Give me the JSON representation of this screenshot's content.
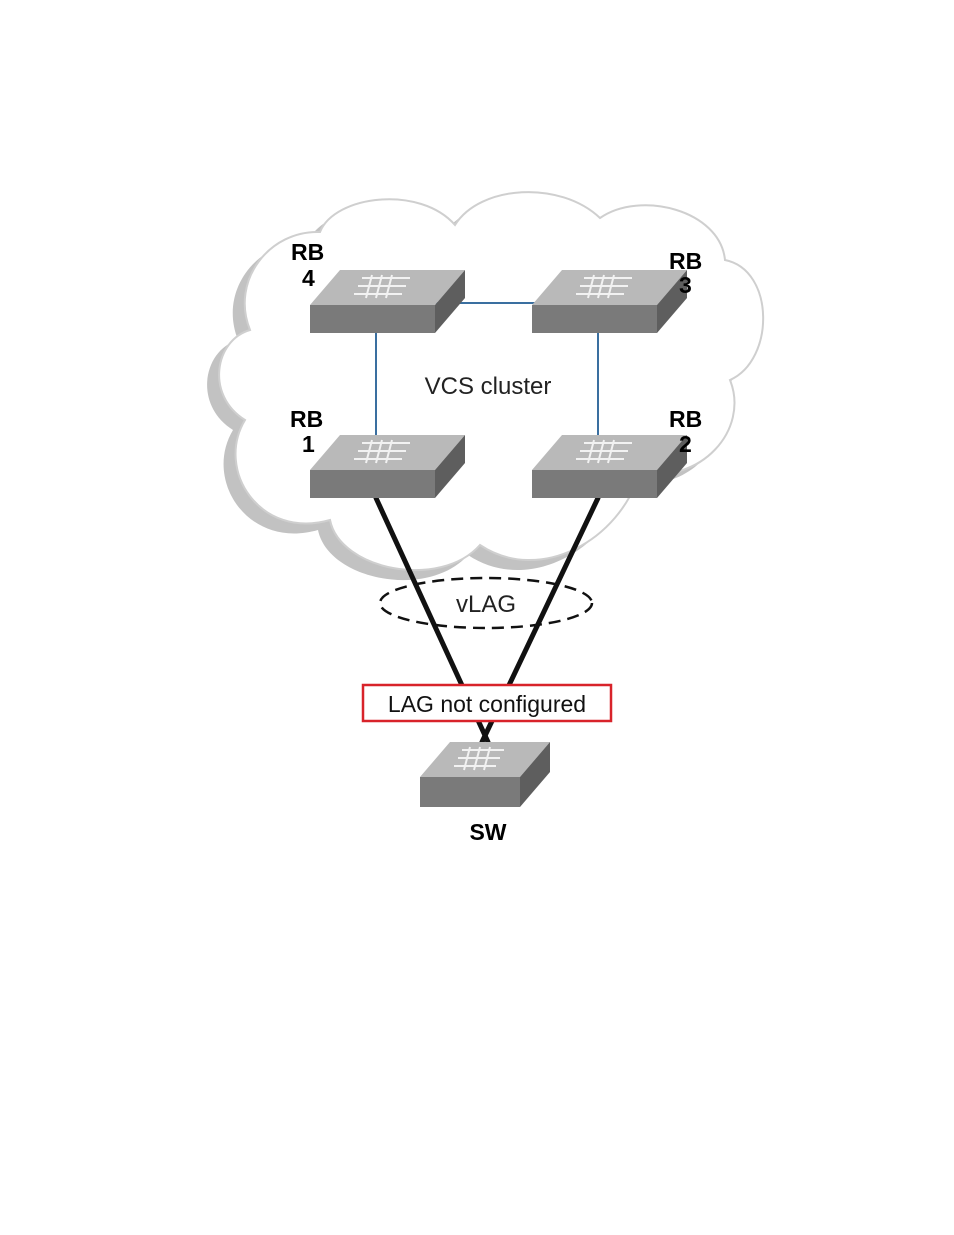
{
  "diagram": {
    "cluster_label": "VCS cluster",
    "vlag_label": "vLAG",
    "warning_label": "LAG not configured",
    "switch_label": "SW",
    "rbridges": [
      {
        "prefix": "RB",
        "id": "4"
      },
      {
        "prefix": "RB",
        "id": "3"
      },
      {
        "prefix": "RB",
        "id": "1"
      },
      {
        "prefix": "RB",
        "id": "2"
      }
    ]
  },
  "colors": {
    "cloud_fill": "#ffffff",
    "cloud_stroke": "#c2c2c2",
    "switch_top": "#b9b9b9",
    "switch_front": "#7a7a7a",
    "switch_side": "#5e5e5e",
    "isl_link": "#3a6fa0",
    "vlag_link": "#111111",
    "warning_border": "#d8232a"
  }
}
